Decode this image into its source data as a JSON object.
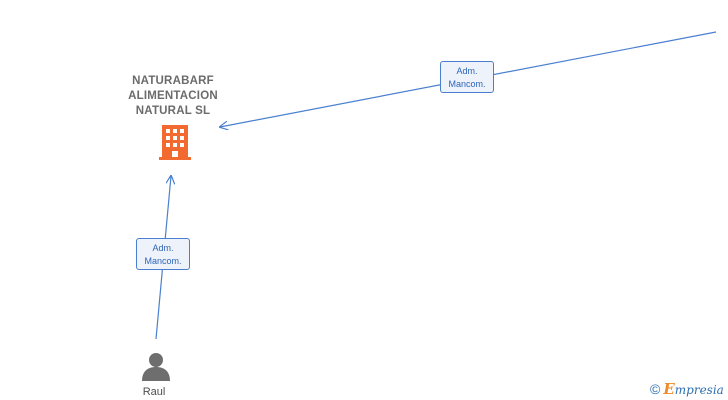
{
  "company": {
    "name_lines": [
      "NATURABARF",
      "ALIMENTACION",
      "NATURAL  SL"
    ],
    "icon": "building-icon",
    "icon_color": "#f26a30"
  },
  "relations": [
    {
      "label_lines": [
        "Adm.",
        "Mancom."
      ],
      "from": "off-screen-right",
      "to": "company"
    },
    {
      "label_lines": [
        "Adm.",
        "Mancom."
      ],
      "from": "person-raul",
      "to": "company"
    }
  ],
  "person": {
    "name": "Raul",
    "icon": "person-icon",
    "icon_color": "#6e6e6e"
  },
  "brand": {
    "symbol": "©",
    "e": "E",
    "rest": "mpresia"
  },
  "colors": {
    "edge": "#4a7fd0",
    "label_bg": "#eef3fb",
    "label_text": "#2d64b8"
  }
}
